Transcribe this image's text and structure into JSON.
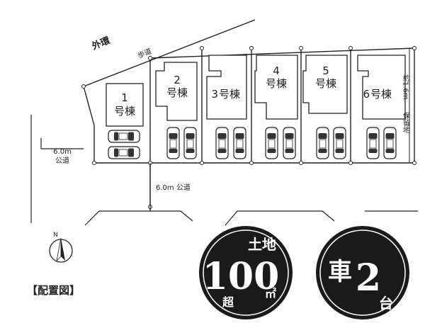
{
  "labels": {
    "outer_ring": "外環",
    "sidewalk": "歩道",
    "road_left_width": "6.0m",
    "road_left_name": "公道",
    "road_bottom": "6.0m 公道",
    "strip_width": "約1.6m",
    "strip_name": "保留地",
    "north": "N",
    "legend": "【配置図】"
  },
  "buildings": [
    {
      "num": "1",
      "suffix": "号棟"
    },
    {
      "num": "2",
      "suffix": "号棟"
    },
    {
      "num": "3",
      "suffix": "号棟"
    },
    {
      "num": "4",
      "suffix": "号棟"
    },
    {
      "num": "5",
      "suffix": "号棟"
    },
    {
      "num": "6",
      "suffix": "号棟"
    }
  ],
  "badge_land": {
    "top": "土地",
    "value": "100",
    "unit": "㎡",
    "suffix": "超"
  },
  "badge_parking": {
    "char": "車",
    "count": "2",
    "unit": "台"
  },
  "colors": {
    "ink": "#222222",
    "badge": "#1a1a1a",
    "badge_text": "#ffffff"
  }
}
